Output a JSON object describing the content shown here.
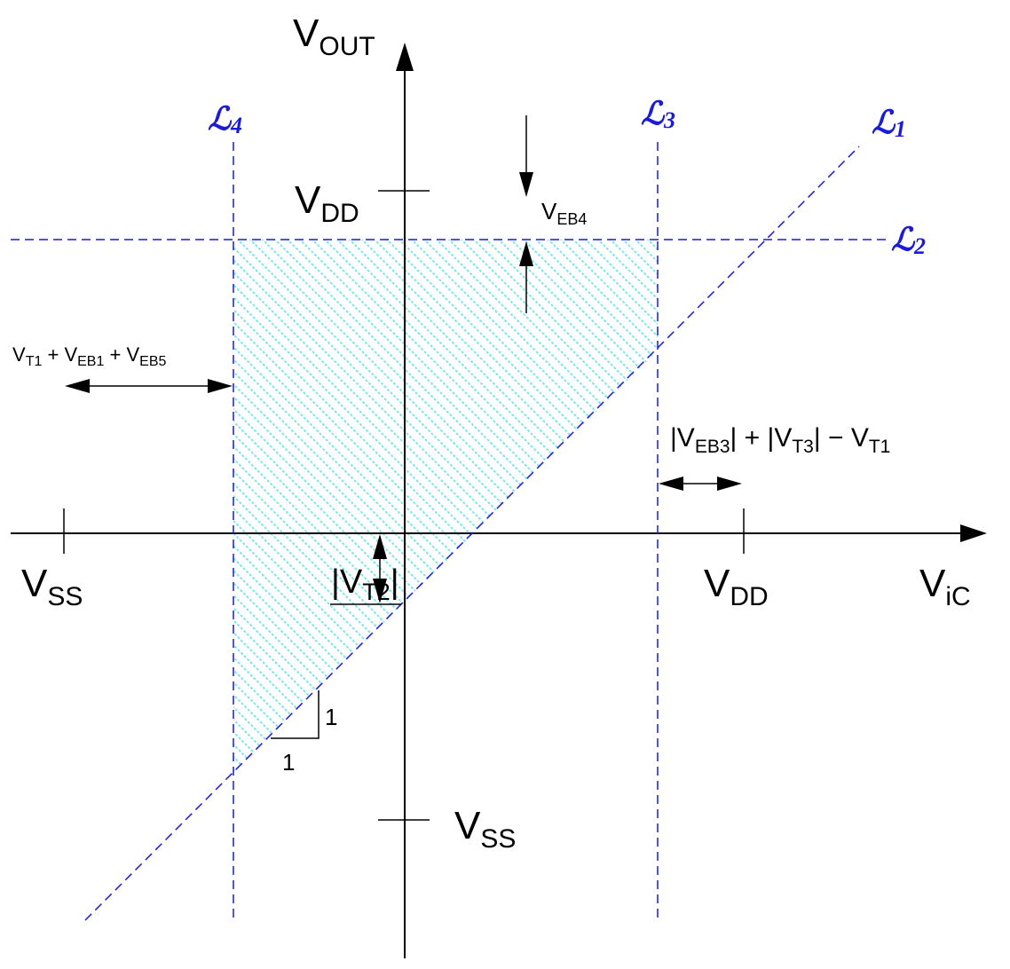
{
  "axes": {
    "y": {
      "main": "V",
      "sub": "OUT"
    },
    "x": {
      "main": "V",
      "sub": "iC"
    }
  },
  "ticks": {
    "vdd_y": {
      "main": "V",
      "sub": "DD"
    },
    "vss_y": {
      "main": "V",
      "sub": "SS"
    },
    "vss_x": {
      "main": "V",
      "sub": "SS"
    },
    "vdd_x": {
      "main": "V",
      "sub": "DD"
    }
  },
  "lines": {
    "l1": {
      "main": "ℒ",
      "sub": "1"
    },
    "l2": {
      "main": "ℒ",
      "sub": "2"
    },
    "l3": {
      "main": "ℒ",
      "sub": "3"
    },
    "l4": {
      "main": "ℒ",
      "sub": "4"
    }
  },
  "annotations": {
    "veb4": {
      "main": "V",
      "sub": "EB4"
    },
    "vt2": {
      "bar": "|",
      "main": "V",
      "sub": "T2",
      "bar2": "|"
    },
    "left_margin": {
      "v1": "V",
      "s1": "T1",
      "plus1": " + ",
      "v2": "V",
      "s2": "EB1",
      "plus2": " + ",
      "v3": "V",
      "s3": "EB5"
    },
    "right_margin": {
      "bar1": "|",
      "v1": "V",
      "s1": "EB3",
      "bar2": "|",
      "plus": " + ",
      "bar3": "|",
      "v2": "V",
      "s2": "T3",
      "bar4": "|",
      "minus": " − ",
      "v3": "V",
      "s3": "T1"
    },
    "slope_rise": "1",
    "slope_run": "1"
  },
  "colors": {
    "axis": "#000000",
    "guide_lines": "#1a1ad8",
    "hatch": "#7fe6ea",
    "labels_l": "#1a1ad8"
  }
}
